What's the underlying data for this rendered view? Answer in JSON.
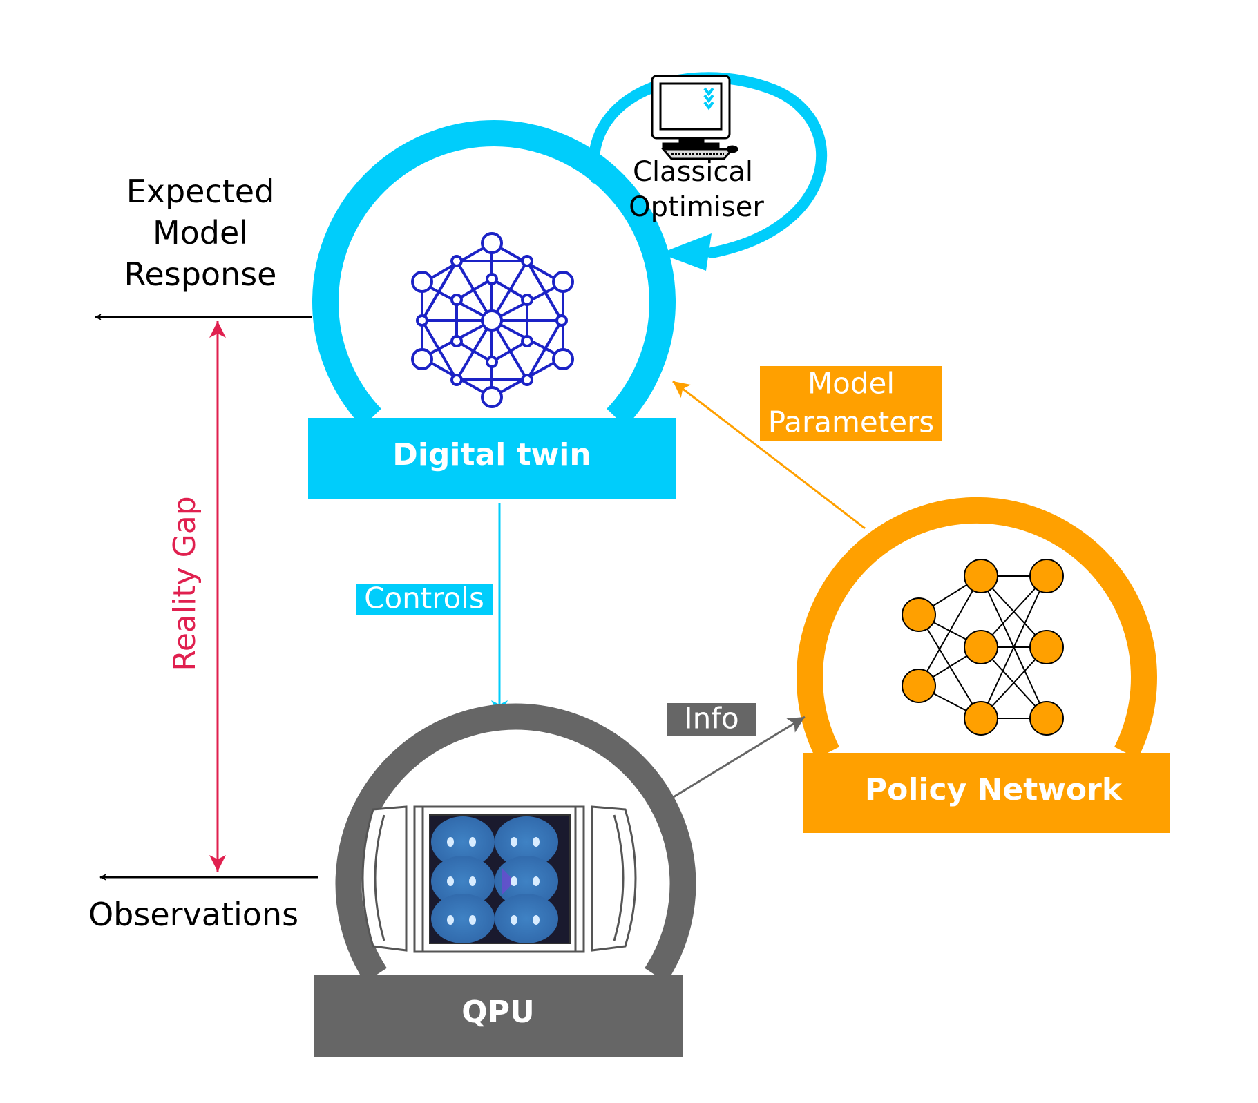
{
  "labels": {
    "expected_line1": "Expected",
    "expected_line2": "Model",
    "expected_line3": "Response",
    "observations": "Observations",
    "reality_gap": "Reality Gap",
    "classical_line1": "Classical",
    "classical_line2": "Optimiser",
    "model_params_line1": "Model",
    "model_params_line2": "Parameters",
    "controls": "Controls",
    "info": "Info",
    "digital_twin": "Digital twin",
    "policy_network": "Policy Network",
    "qpu": "QPU"
  },
  "colors": {
    "cyan": "#00cdfb",
    "orange": "#ffa000",
    "gray": "#666666",
    "crimson": "#e0204f",
    "navy": "#1b22c6",
    "chip": "#3c7ab8",
    "black": "#000000"
  },
  "icons": {
    "digital_twin": "hexagon-lattice-icon",
    "policy_network": "neural-network-icon",
    "qpu": "qubit-chip-icon",
    "optimiser": "desktop-computer-icon"
  }
}
